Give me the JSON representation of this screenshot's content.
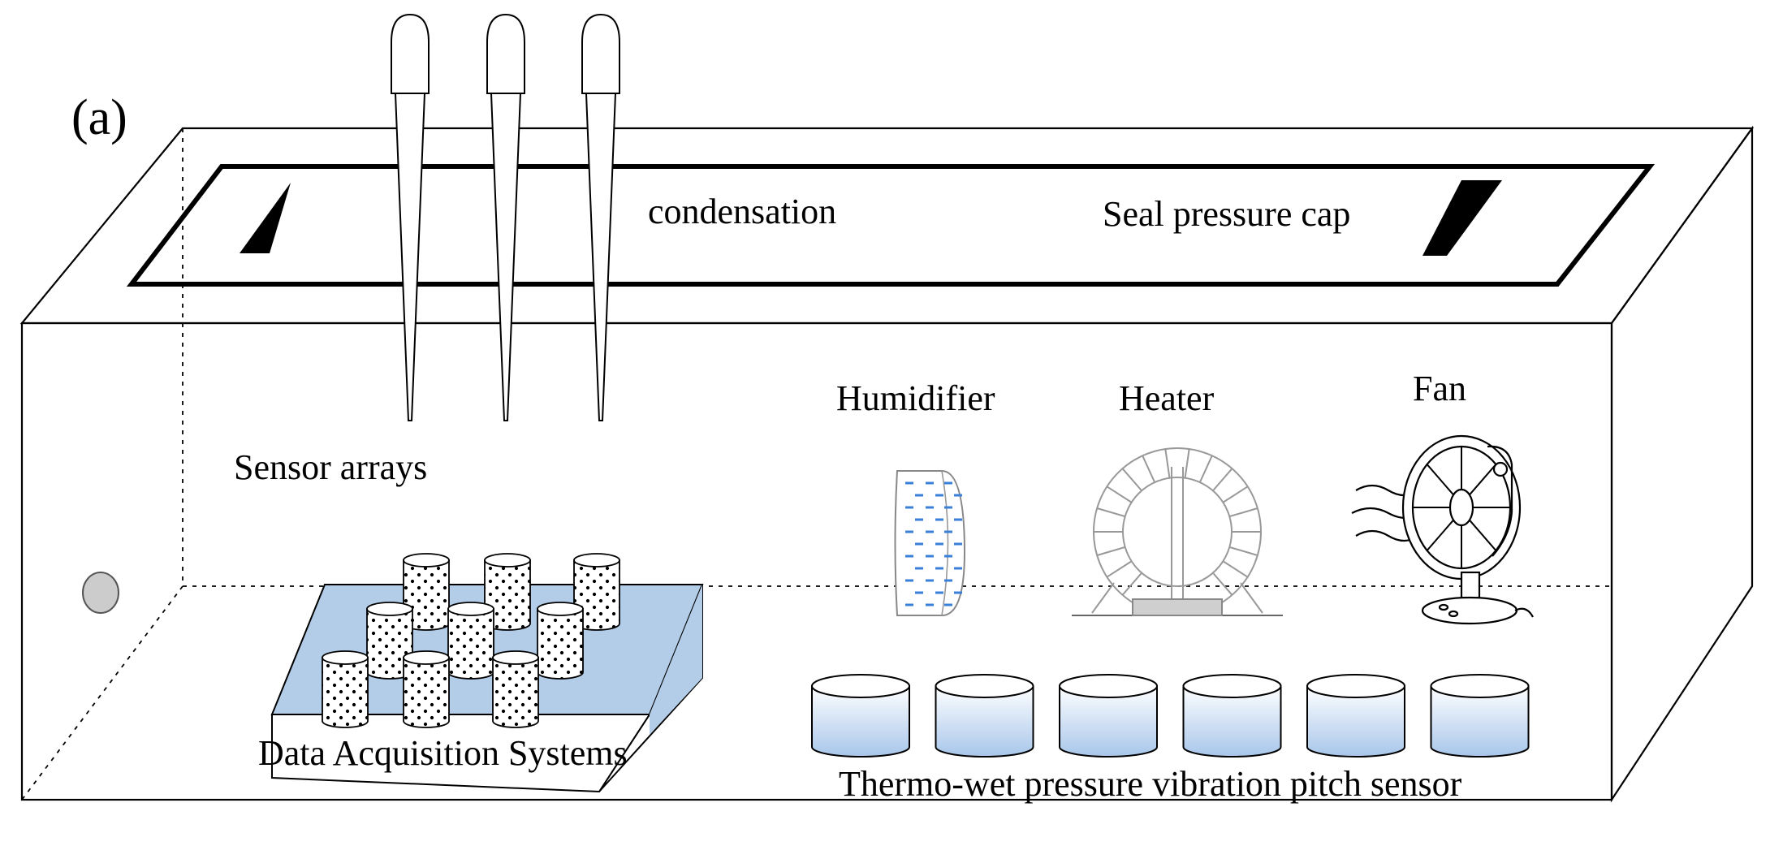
{
  "figure": {
    "panel_label": "(a)",
    "labels": {
      "condensation": "condensation",
      "seal_pressure_cap": "Seal pressure cap",
      "sensor_arrays": "Sensor arrays",
      "humidifier": "Humidifier",
      "heater": "Heater",
      "fan": "Fan",
      "data_acquisition": "Data Acquisition Systems",
      "thermo_sensor": "Thermo-wet pressure vibration pitch sensor"
    },
    "colors": {
      "platform_blue": "#b3cde8",
      "container_blue": "#a8c6ea",
      "water_blue": "#3a7fd8",
      "outline": "#000000",
      "port_gray": "#cccccc"
    },
    "counts": {
      "probes": 3,
      "sensor_cylinders": 9,
      "containers": 6
    },
    "icons": [
      "probe-icon",
      "humidifier-icon",
      "heater-icon",
      "fan-icon",
      "sensor-cylinder-icon",
      "container-icon",
      "port-icon"
    ]
  }
}
